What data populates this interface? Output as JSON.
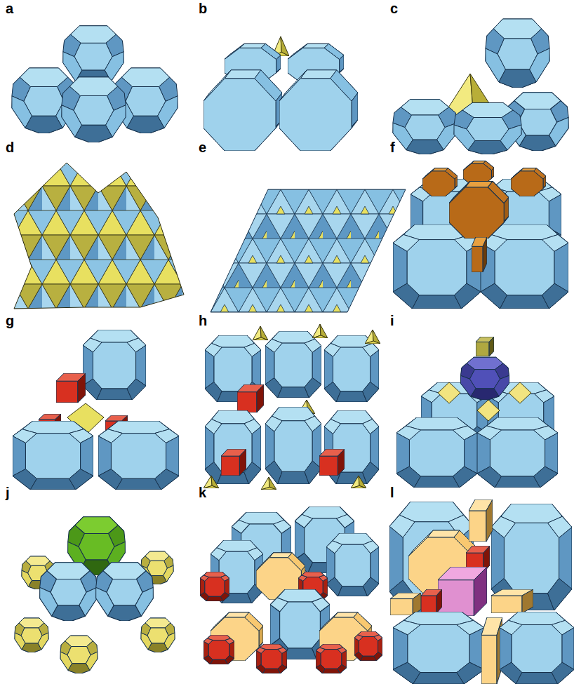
{
  "diagram": {
    "labels": [
      "a",
      "b",
      "c",
      "d",
      "e",
      "f",
      "g",
      "h",
      "i",
      "j",
      "k",
      "l"
    ]
  }
}
